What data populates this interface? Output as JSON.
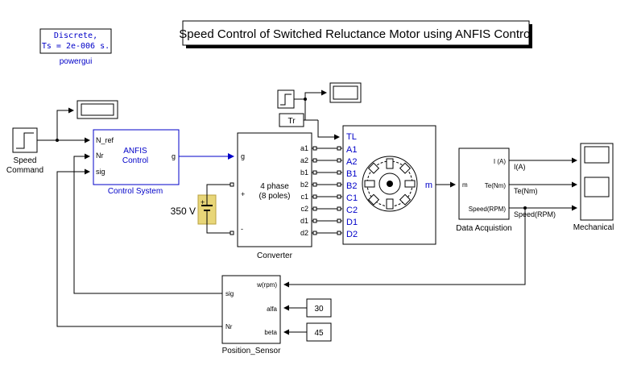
{
  "title": "Speed Control of Switched Reluctance Motor using ANFIS Control",
  "powergui": {
    "line1": "Discrete,",
    "line2": "Ts = 2e-006 s.",
    "label": "powergui"
  },
  "speed_command": {
    "line1": "Speed",
    "line2": "Command"
  },
  "control_system": {
    "line1": "ANFIS",
    "line2": "Control",
    "label": "Control System",
    "ports_in": [
      "N_ref",
      "Nr",
      "sig"
    ],
    "port_out": "g"
  },
  "converter": {
    "line1": "4 phase",
    "line2": "(8 poles)",
    "label": "Converter",
    "port_g": "g",
    "port_plus": "+",
    "port_minus": "-",
    "outputs": [
      "a1",
      "a2",
      "b1",
      "b2",
      "c1",
      "c2",
      "d1",
      "d2"
    ]
  },
  "dc_source": {
    "label": "350 V",
    "plus": "+"
  },
  "torque_const": {
    "label": "Tr"
  },
  "motor": {
    "inputs": [
      "TL",
      "A1",
      "A2",
      "B1",
      "B2",
      "C1",
      "C2",
      "D1",
      "D2"
    ],
    "output": "m"
  },
  "data_acquisition": {
    "label": "Data Acquistion",
    "port_in": "m",
    "ports_out": [
      "I (A)",
      "Te(Nm)",
      "Speed(RPM)"
    ]
  },
  "signal_labels": {
    "current": "I(A)",
    "torque": "Te(Nm)",
    "speed": "Speed(RPM)"
  },
  "mechanical": {
    "label": "Mechanical"
  },
  "position_sensor": {
    "label": "Position_Sensor",
    "ports_in": [
      "w(rpm)",
      "alfa",
      "beta"
    ],
    "ports_out": [
      "sig",
      "Nr"
    ]
  },
  "constants": {
    "alfa_value": "30",
    "beta_value": "45"
  }
}
